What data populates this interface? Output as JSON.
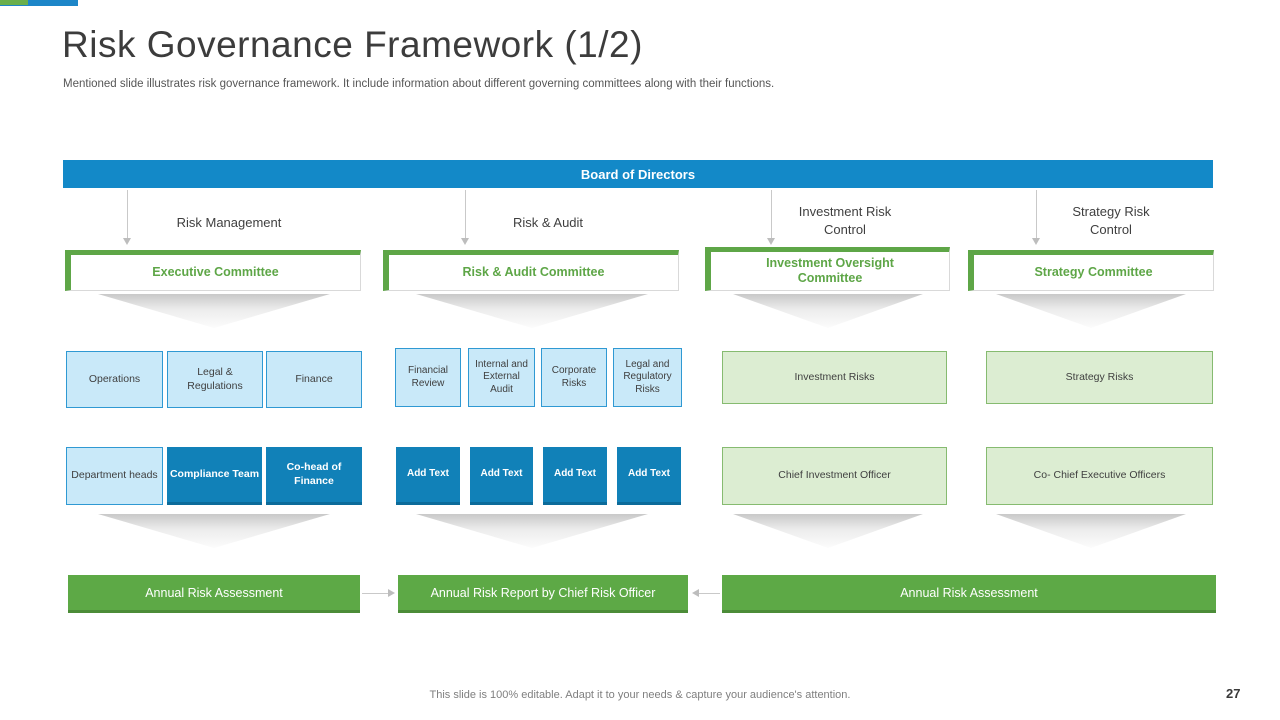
{
  "header": {
    "title": "Risk Governance Framework (1/2)",
    "subtitle": "Mentioned slide illustrates risk governance framework. It include information about different governing committees along with their functions."
  },
  "board": {
    "label": "Board of Directors"
  },
  "columns": [
    {
      "branch": "Risk Management",
      "committee": "Executive Committee",
      "row1": [
        "Operations",
        "Legal & Regulations",
        "Finance"
      ],
      "row2": [
        "Department heads",
        "Compliance Team",
        "Co-head of Finance"
      ]
    },
    {
      "branch": "Risk & Audit",
      "committee": "Risk & Audit Committee",
      "row1": [
        "Financial Review",
        "Internal and External Audit",
        "Corporate Risks",
        "Legal and Regulatory Risks"
      ],
      "row2": [
        "Add Text",
        "Add Text",
        "Add Text",
        "Add Text"
      ]
    },
    {
      "branch": "Investment  Risk\nControl",
      "committee": "Investment Oversight\nCommittee",
      "row1": [
        "Investment Risks"
      ],
      "row2": [
        "Chief Investment Officer"
      ]
    },
    {
      "branch": "Strategy Risk\nControl",
      "committee": "Strategy Committee",
      "row1": [
        "Strategy Risks"
      ],
      "row2": [
        "Co- Chief Executive Officers"
      ]
    }
  ],
  "outputs": {
    "left": "Annual Risk Assessment",
    "middle": "Annual Risk Report by Chief Risk Officer",
    "right": "Annual Risk Assessment"
  },
  "footer": {
    "note": "This slide is 100% editable. Adapt it to your needs & capture your audience's attention.",
    "page_number": "27"
  },
  "colors": {
    "board_blue": "#1389c8",
    "dark_blue": "#1181b8",
    "light_blue_fill": "#c9e9f9",
    "light_blue_border": "#2f99d3",
    "committee_green": "#5ea647",
    "light_green_fill": "#dcedd2",
    "light_green_border": "#86bb70",
    "bar_green": "#5da946"
  }
}
